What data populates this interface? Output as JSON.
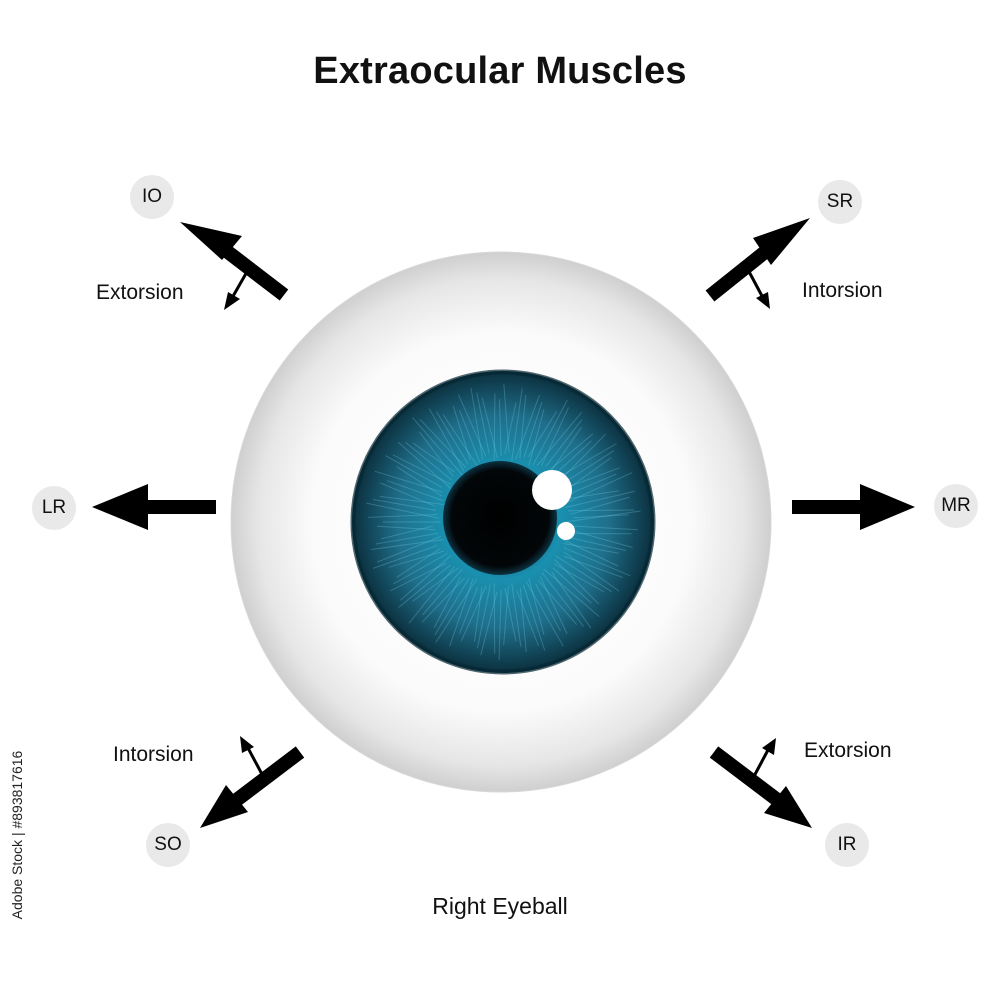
{
  "title": "Extraocular Muscles",
  "caption": "Right Eyeball",
  "muscles": {
    "io": "IO",
    "sr": "SR",
    "lr": "LR",
    "mr": "MR",
    "so": "SO",
    "ir": "IR"
  },
  "motions": {
    "io": "Extorsion",
    "sr": "Intorsion",
    "so": "Intorsion",
    "ir": "Extorsion"
  },
  "colors": {
    "iris": "#1f6f8b",
    "iris_dark": "#0b3a4c",
    "pupil": "#000000",
    "arrow": "#000000",
    "badge": "#e9e9e9"
  },
  "watermark": "Adobe Stock | #893817616"
}
